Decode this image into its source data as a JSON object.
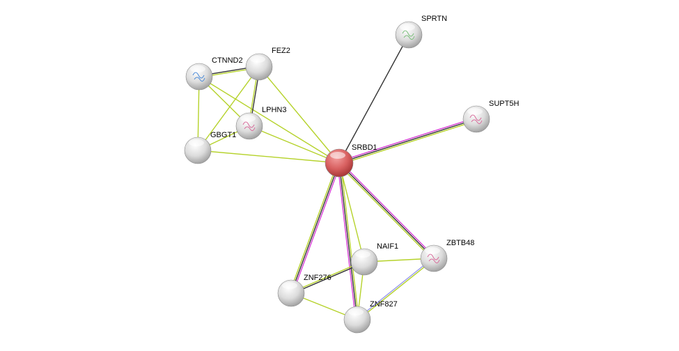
{
  "network": {
    "query_node": "SRBD1",
    "nodes": [
      {
        "id": "SRBD1",
        "label": "SRBD1",
        "query": true
      },
      {
        "id": "SPRTN",
        "label": "SPRTN",
        "structure": true
      },
      {
        "id": "SUPT5H",
        "label": "SUPT5H",
        "structure": true
      },
      {
        "id": "CTNND2",
        "label": "CTNND2",
        "structure": true
      },
      {
        "id": "FEZ2",
        "label": "FEZ2"
      },
      {
        "id": "LPHN3",
        "label": "LPHN3",
        "structure": true
      },
      {
        "id": "GBGT1",
        "label": "GBGT1"
      },
      {
        "id": "NAIF1",
        "label": "NAIF1"
      },
      {
        "id": "ZBTB48",
        "label": "ZBTB48",
        "structure": true
      },
      {
        "id": "ZNF276",
        "label": "ZNF276"
      },
      {
        "id": "ZNF827",
        "label": "ZNF827"
      }
    ],
    "edge_colors": {
      "experiments": "#d63cd6",
      "coexpression": "#333333",
      "textmining": "#b5d22a",
      "homology": "#9a9aee"
    },
    "edges": [
      {
        "a": "SRBD1",
        "b": "SPRTN",
        "evidence": [
          "coexpression"
        ]
      },
      {
        "a": "SRBD1",
        "b": "SUPT5H",
        "evidence": [
          "experiments",
          "coexpression",
          "textmining"
        ]
      },
      {
        "a": "SRBD1",
        "b": "CTNND2",
        "evidence": [
          "textmining"
        ]
      },
      {
        "a": "SRBD1",
        "b": "FEZ2",
        "evidence": [
          "textmining"
        ]
      },
      {
        "a": "SRBD1",
        "b": "LPHN3",
        "evidence": [
          "textmining"
        ]
      },
      {
        "a": "SRBD1",
        "b": "GBGT1",
        "evidence": [
          "textmining"
        ]
      },
      {
        "a": "SRBD1",
        "b": "ZBTB48",
        "evidence": [
          "experiments",
          "coexpression",
          "textmining"
        ]
      },
      {
        "a": "SRBD1",
        "b": "ZNF276",
        "evidence": [
          "experiments",
          "coexpression",
          "textmining"
        ]
      },
      {
        "a": "SRBD1",
        "b": "ZNF827",
        "evidence": [
          "textmining",
          "coexpression",
          "experiments"
        ]
      },
      {
        "a": "SRBD1",
        "b": "NAIF1",
        "evidence": [
          "textmining"
        ]
      },
      {
        "a": "CTNND2",
        "b": "FEZ2",
        "evidence": [
          "coexpression",
          "textmining"
        ]
      },
      {
        "a": "CTNND2",
        "b": "LPHN3",
        "evidence": [
          "textmining"
        ]
      },
      {
        "a": "CTNND2",
        "b": "GBGT1",
        "evidence": [
          "textmining"
        ]
      },
      {
        "a": "FEZ2",
        "b": "LPHN3",
        "evidence": [
          "coexpression",
          "textmining"
        ]
      },
      {
        "a": "FEZ2",
        "b": "GBGT1",
        "evidence": [
          "textmining"
        ]
      },
      {
        "a": "LPHN3",
        "b": "GBGT1",
        "evidence": [
          "textmining"
        ]
      },
      {
        "a": "NAIF1",
        "b": "ZBTB48",
        "evidence": [
          "textmining"
        ]
      },
      {
        "a": "NAIF1",
        "b": "ZNF276",
        "evidence": [
          "coexpression",
          "textmining"
        ]
      },
      {
        "a": "NAIF1",
        "b": "ZNF827",
        "evidence": [
          "textmining"
        ]
      },
      {
        "a": "ZNF276",
        "b": "ZNF827",
        "evidence": [
          "textmining"
        ]
      },
      {
        "a": "ZBTB48",
        "b": "ZNF827",
        "evidence": [
          "textmining",
          "homology"
        ]
      }
    ]
  }
}
